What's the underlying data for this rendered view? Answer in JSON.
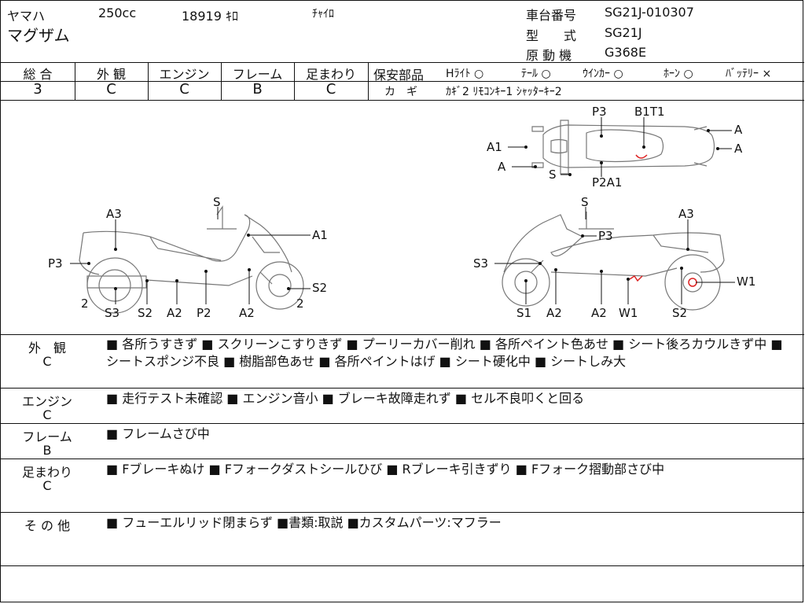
{
  "header": {
    "maker": "ヤマハ",
    "displacement": "250cc",
    "mileage": "18919 ｷﾛ",
    "color": "ﾁｬｲﾛ",
    "model_name": "マグザム",
    "chassis_label": "車台番号",
    "chassis_value": "SG21J-010307",
    "type_label": "型　　式",
    "type_value": "SG21J",
    "engine_label": "原 動 機",
    "engine_value": "G368E"
  },
  "grades": [
    {
      "label": "総 合",
      "value": "3"
    },
    {
      "label": "外 観",
      "value": "C"
    },
    {
      "label": "エンジン",
      "value": "C"
    },
    {
      "label": "フレーム",
      "value": "B"
    },
    {
      "label": "足まわり",
      "value": "C"
    }
  ],
  "safety": {
    "label": "保安部品",
    "items": [
      {
        "label": "Hﾗｲﾄ",
        "status": "○"
      },
      {
        "label": "ﾃｰﾙ",
        "status": "○"
      },
      {
        "label": "ｳｲﾝｶｰ",
        "status": "○"
      },
      {
        "label": "ﾎｰﾝ",
        "status": "○"
      },
      {
        "label": "ﾊﾞｯﾃﾘｰ",
        "status": "×"
      }
    ],
    "keys_label": "カ　ギ",
    "keys_value": "ｶｷﾞ2 ﾘﾓｺﾝｷｰ1 ｼｬｯﾀｰｷｰ2"
  },
  "diagram_labels": {
    "top": [
      "P3",
      "B1T1",
      "A",
      "A1",
      "A",
      "A",
      "S",
      "P2A1"
    ],
    "left": [
      "S",
      "A3",
      "A1",
      "P3",
      "S2",
      "2",
      "S3",
      "S2",
      "A2",
      "P2",
      "A2",
      "2"
    ],
    "right": [
      "S",
      "A3",
      "P3",
      "S3",
      "W1",
      "S1",
      "A2",
      "A2",
      "W1",
      "S2"
    ]
  },
  "notes": [
    {
      "category": "外　観",
      "grade": "C",
      "text": "■ 各所うすきず ■ スクリーンこすりきず ■ プーリーカバー削れ ■ 各所ペイント色あせ ■ シート後ろカウルきず中 ■ シートスポンジ不良 ■ 樹脂部色あせ ■ 各所ペイントはげ ■ シート硬化中 ■ シートしみ大"
    },
    {
      "category": "エンジン",
      "grade": "C",
      "text": "■ 走行テスト未確認 ■ エンジン音小 ■ ブレーキ故障走れず ■ セル不良叩くと回る"
    },
    {
      "category": "フレーム",
      "grade": "B",
      "text": "■ フレームさび中"
    },
    {
      "category": "足まわり",
      "grade": "C",
      "text": "■ Fブレーキぬけ ■ Fフォークダストシールひび ■ Rブレーキ引きずり ■ Fフォーク摺動部さび中"
    },
    {
      "category": "そ の 他",
      "grade": "",
      "text": "■ フューエルリッド閉まらず ■書類:取説 ■カスタムパーツ:マフラー"
    }
  ]
}
